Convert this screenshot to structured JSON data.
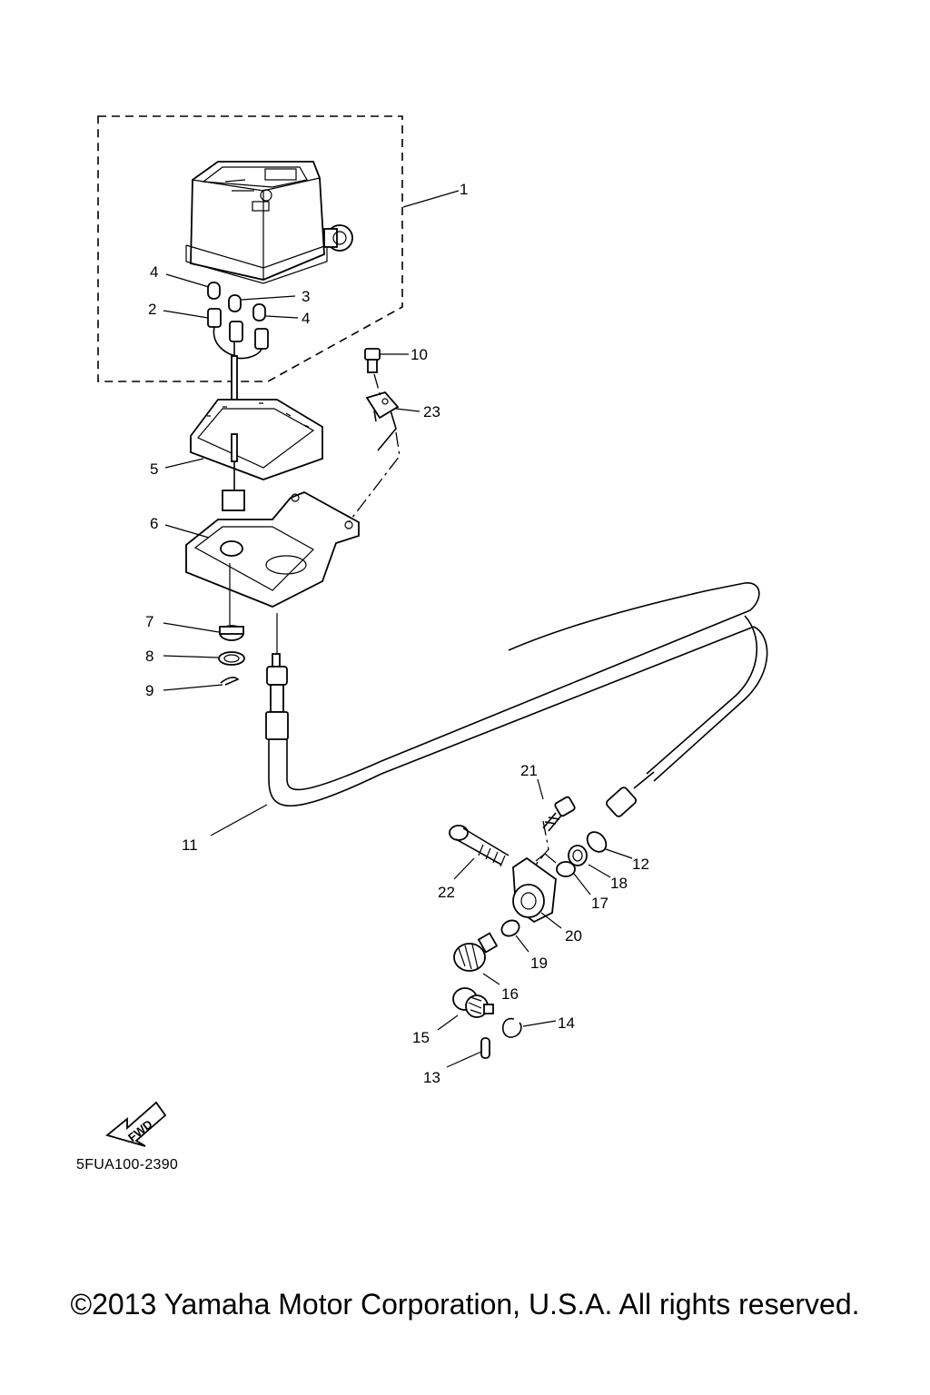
{
  "diagram_code": "5FUA100-2390",
  "copyright": "©2013 Yamaha Motor Corporation, U.S.A. All rights reserved.",
  "fwd_label": "FWD",
  "callouts": {
    "c1": "1",
    "c2": "2",
    "c3": "3",
    "c4a": "4",
    "c4b": "4",
    "c5": "5",
    "c6": "6",
    "c7": "7",
    "c8": "8",
    "c9": "9",
    "c10": "10",
    "c11": "11",
    "c12": "12",
    "c13": "13",
    "c14": "14",
    "c15": "15",
    "c16": "16",
    "c17": "17",
    "c18": "18",
    "c19": "19",
    "c20": "20",
    "c21": "21",
    "c22": "22",
    "c23": "23"
  },
  "icons": {
    "direction_arrow": "fwd-arrow-icon"
  }
}
